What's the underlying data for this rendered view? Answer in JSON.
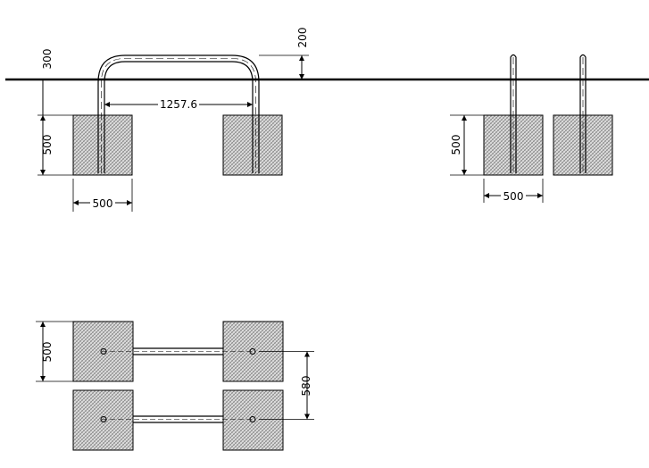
{
  "dimensions": {
    "elevation_ground_offset": "300",
    "elevation_arch_height": "200",
    "elevation_footing_height": "500",
    "elevation_inner_span": "1257.6",
    "elevation_footing_width": "500",
    "side_footing_height": "500",
    "side_footing_width": "500",
    "plan_footing_size": "500",
    "plan_rack_spacing": "580"
  },
  "colors": {
    "line": "#000000",
    "concrete_fill": "#d9d9d9",
    "background": "#ffffff"
  }
}
